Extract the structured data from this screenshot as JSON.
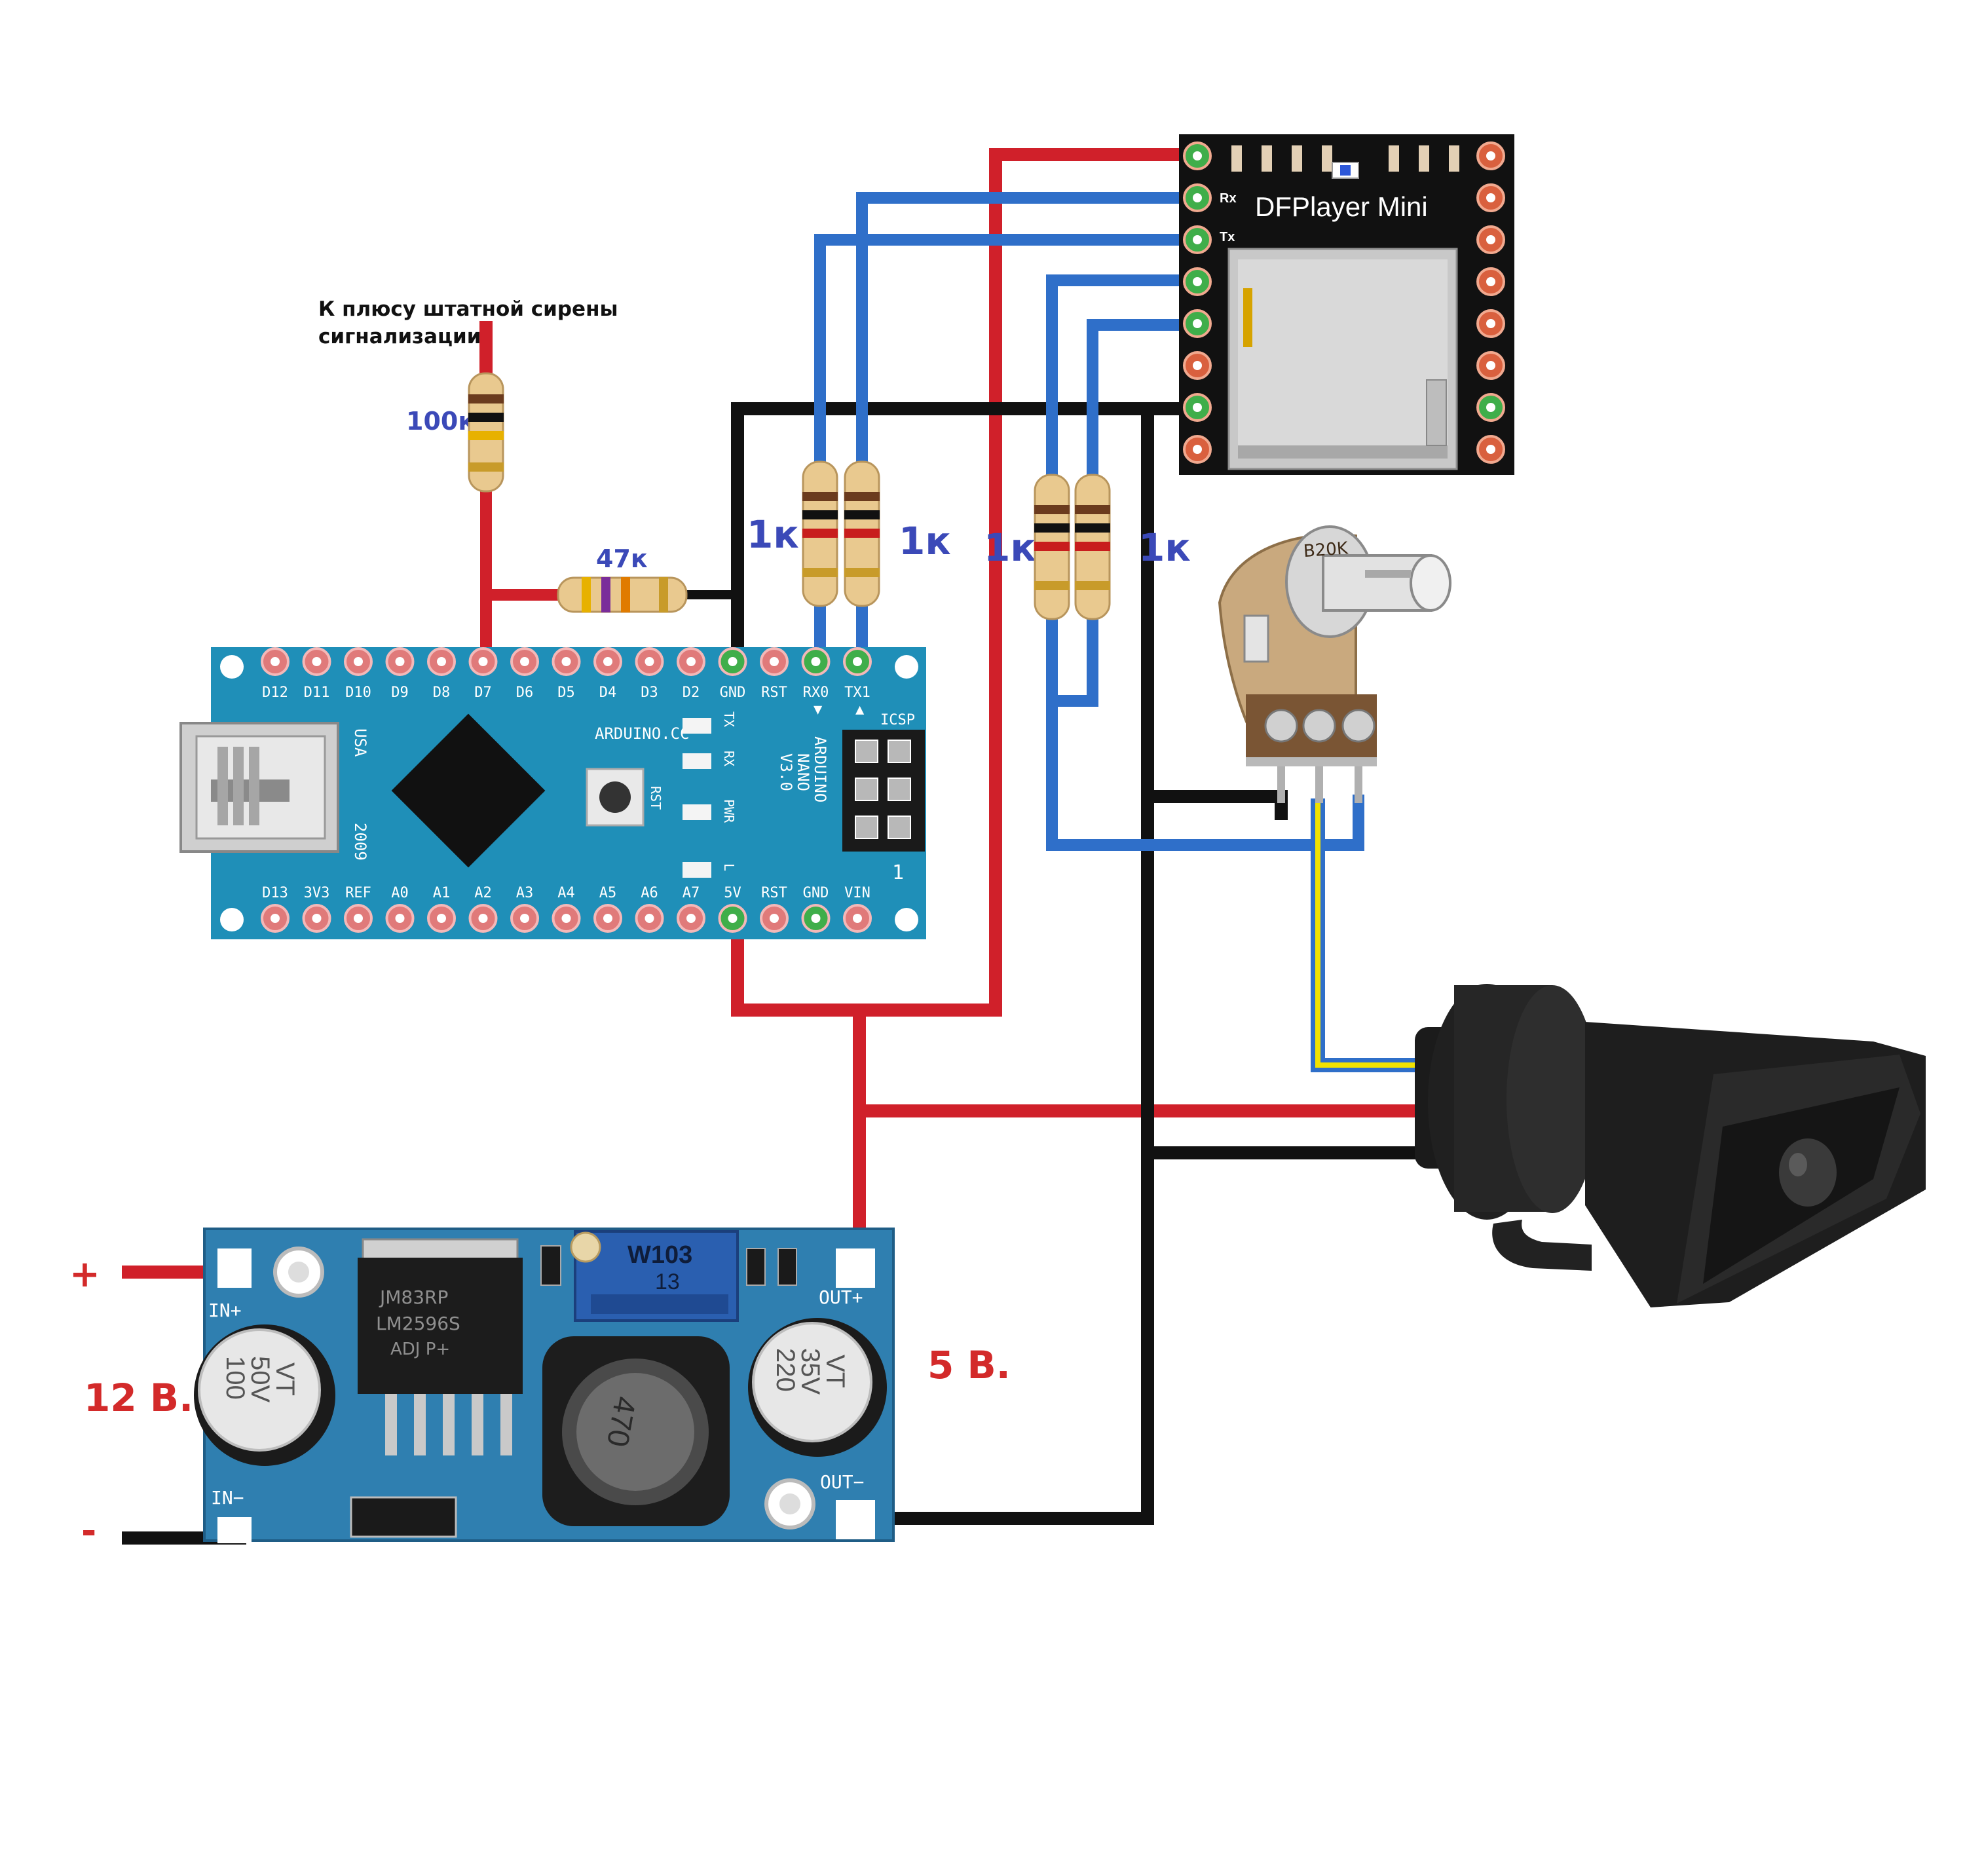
{
  "annotations": {
    "siren_note_line1": "К плюсу штатной сирены",
    "siren_note_line2": "сигнализации",
    "r_100k": "100к",
    "r_47k": "47к",
    "r_1k_a": "1к",
    "r_1k_b": "1к",
    "r_1k_c": "1к",
    "r_1k_d": "1к",
    "input_plus": "+",
    "input_minus": "-",
    "input_voltage": "12 В.",
    "output_voltage": "5 В."
  },
  "dfplayer": {
    "title": "DFPlayer Mini",
    "pin_rx": "Rx",
    "pin_tx": "Tx"
  },
  "arduino": {
    "top_pins": [
      "D12",
      "D11",
      "D10",
      "D9",
      "D8",
      "D7",
      "D6",
      "D5",
      "D4",
      "D3",
      "D2",
      "GND",
      "RST",
      "RX0",
      "TX1"
    ],
    "bottom_pins": [
      "D13",
      "3V3",
      "REF",
      "A0",
      "A1",
      "A2",
      "A3",
      "A4",
      "A5",
      "A6",
      "A7",
      "5V",
      "RST",
      "GND",
      "VIN"
    ],
    "brand": "ARDUINO.CC",
    "model_line1": "ARDUINO",
    "model_line2": "NANO",
    "model_line3": "V3.0",
    "usb_label": "USA",
    "year": "2009",
    "icsp": "ICSP",
    "rst_button": "RST",
    "led_tx": "TX",
    "led_rx": "RX",
    "led_pwr": "PWR",
    "led_l": "L",
    "arrow_rx": "▼",
    "arrow_tx": "▲",
    "pin1_mark": "1"
  },
  "potentiometer": {
    "marking": "B20K"
  },
  "buck_converter": {
    "in_plus": "IN+",
    "in_minus": "IN−",
    "out_plus": "OUT+",
    "out_minus": "OUT−",
    "trimmer_line1": "W103",
    "trimmer_line2": "13",
    "ic_line1": "JM83RP",
    "ic_line2": "LM2596S",
    "ic_line3": "ADJ    P+",
    "cap_left_line1": "100",
    "cap_left_line2": "50V",
    "cap_left_line3": "VT",
    "cap_right_line1": "220",
    "cap_right_line2": "35V",
    "cap_right_line3": "VT",
    "inductor": "470"
  },
  "colors": {
    "wire_power": "#d0202a",
    "wire_ground": "#111111",
    "wire_signal": "#2f6fc9",
    "wire_signal_pot": "#f2e200",
    "pcb_arduino": "#1f8fb8",
    "pcb_buck": "#2f7fb0",
    "text_values": "#3b49b8",
    "text_voltage": "#d32a2a"
  }
}
